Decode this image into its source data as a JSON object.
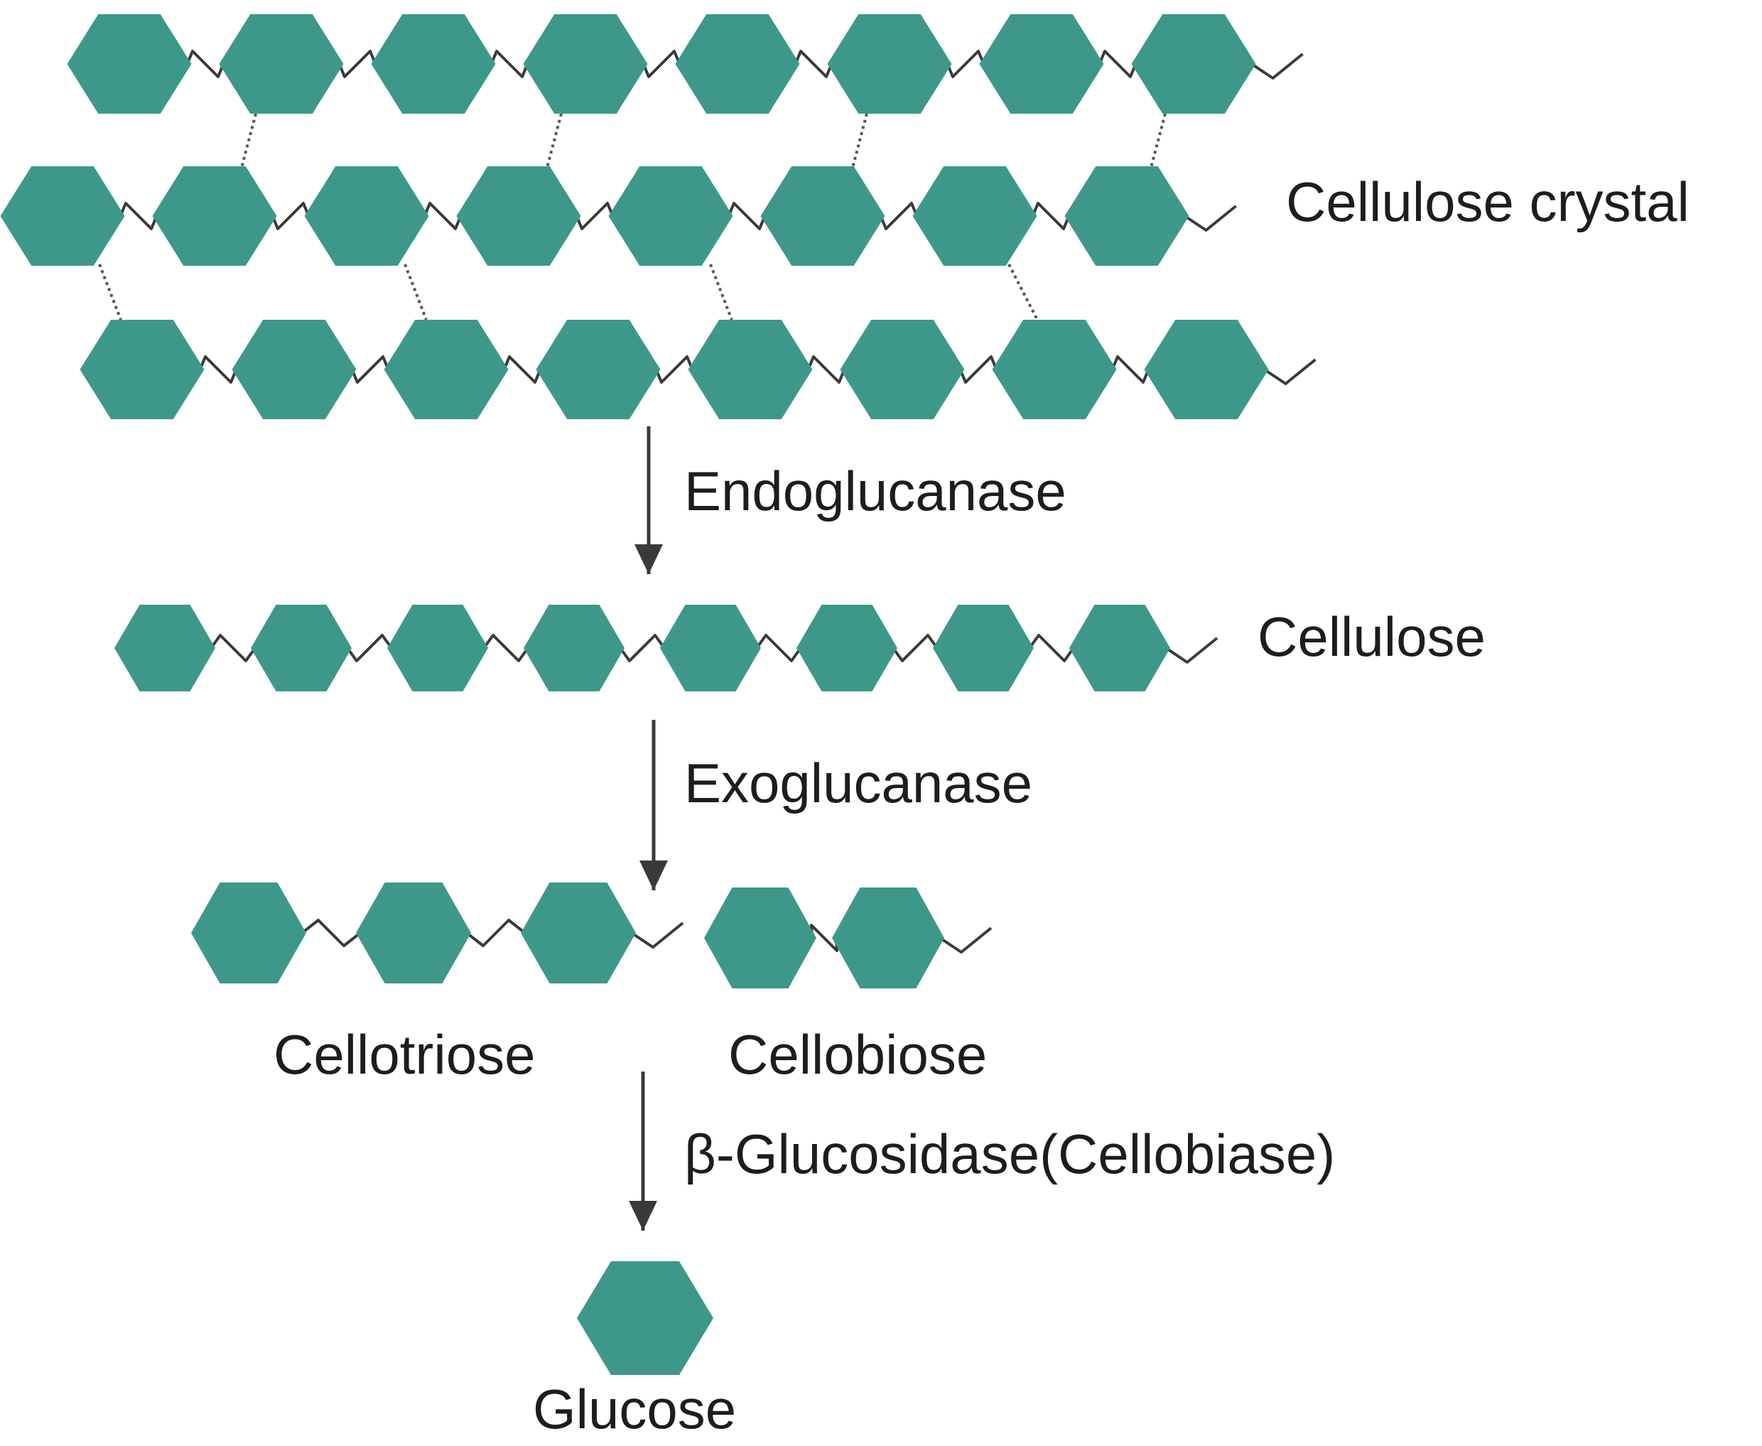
{
  "colors": {
    "hexagon": "#3E988A",
    "bond": "#3a3a3a",
    "text": "#1d1d1d",
    "background": "#ffffff"
  },
  "stages": {
    "crystal": {
      "label": "Cellulose crystal",
      "chains": [
        {
          "name": "crystal-chain-1",
          "units": 8
        },
        {
          "name": "crystal-chain-2",
          "units": 8
        },
        {
          "name": "crystal-chain-3",
          "units": 8
        }
      ],
      "hydrogen_bonds": "dotted"
    },
    "cellulose": {
      "label": "Cellulose",
      "units": 8
    },
    "products": [
      {
        "label": "Cellotriose",
        "units": 3
      },
      {
        "label": "Cellobiose",
        "units": 2
      }
    ],
    "glucose": {
      "label": "Glucose",
      "units": 1
    }
  },
  "enzymes": [
    {
      "label": "Endoglucanase",
      "from": "Cellulose crystal",
      "to": "Cellulose"
    },
    {
      "label": "Exoglucanase",
      "from": "Cellulose",
      "to": "Cellotriose, Cellobiose"
    },
    {
      "label": "β-Glucosidase(Cellobiase)",
      "from": "Cellotriose, Cellobiose",
      "to": "Glucose"
    }
  ]
}
